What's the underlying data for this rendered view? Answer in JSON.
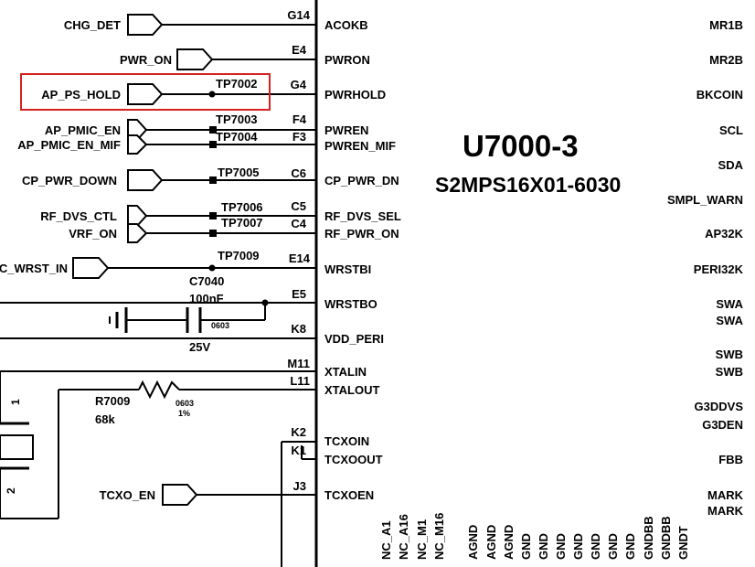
{
  "chip": {
    "name": "U7000-3",
    "part": "S2MPS16X01-6030"
  },
  "left_pins": [
    {
      "name": "ACOKB",
      "ball": "G14",
      "net": "CHG_DET",
      "tp": ""
    },
    {
      "name": "PWRON",
      "ball": "E4",
      "net": "PWR_ON",
      "tp": ""
    },
    {
      "name": "PWRHOLD",
      "ball": "G4",
      "net": "AP_PS_HOLD",
      "tp": "TP7002"
    },
    {
      "name": "PWREN",
      "ball": "F4",
      "net": "AP_PMIC_EN",
      "tp": "TP7003"
    },
    {
      "name": "PWREN_MIF",
      "ball": "F3",
      "net": "AP_PMIC_EN_MIF",
      "tp": "TP7004"
    },
    {
      "name": "CP_PWR_DN",
      "ball": "C6",
      "net": "CP_PWR_DOWN",
      "tp": "TP7005"
    },
    {
      "name": "RF_DVS_SEL",
      "ball": "C5",
      "net": "RF_DVS_CTL",
      "tp": "TP7006"
    },
    {
      "name": "RF_PWR_ON",
      "ball": "C4",
      "net": "VRF_ON",
      "tp": "TP7007"
    },
    {
      "name": "WRSTBI",
      "ball": "E14",
      "net": "C_WRST_IN",
      "tp": "TP7009"
    },
    {
      "name": "WRSTBO",
      "ball": "E5",
      "net": "",
      "tp": ""
    },
    {
      "name": "VDD_PERI",
      "ball": "K8",
      "net": "",
      "tp": ""
    },
    {
      "name": "XTALIN",
      "ball": "M11",
      "net": "",
      "tp": ""
    },
    {
      "name": "XTALOUT",
      "ball": "L11",
      "net": "",
      "tp": ""
    },
    {
      "name": "TCXOIN",
      "ball": "K2",
      "net": "",
      "tp": ""
    },
    {
      "name": "TCXOOUT",
      "ball": "K1",
      "net": "",
      "tp": ""
    },
    {
      "name": "TCXOEN",
      "ball": "J3",
      "net": "TCXO_EN",
      "tp": ""
    }
  ],
  "right_pins": [
    "MR1B",
    "MR2B",
    "BKCOIN",
    "SCL",
    "SDA",
    "SMPL_WARN",
    "AP32K",
    "PERI32K",
    "SWA",
    "SWA",
    "SWB",
    "SWB",
    "G3DDVS",
    "G3DEN",
    "FBB",
    "MARK",
    "MARK"
  ],
  "bottom_pins": [
    "NC_A1",
    "NC_A16",
    "NC_M1",
    "NC_M16",
    "AGND",
    "AGND",
    "AGND",
    "GND",
    "GND",
    "GND",
    "GND",
    "GND",
    "GND",
    "GND",
    "GNDBB",
    "GNDBB",
    "GNDT"
  ],
  "capacitor": {
    "ref": "C7040",
    "value": "100nF",
    "package": "0603",
    "voltage": "25V"
  },
  "resistor": {
    "ref": "R7009",
    "value": "68k",
    "package": "0603",
    "tolerance": "1%"
  },
  "crystal": {
    "pin1": "1",
    "pin2": "2"
  },
  "highlight_color": "#d62020"
}
